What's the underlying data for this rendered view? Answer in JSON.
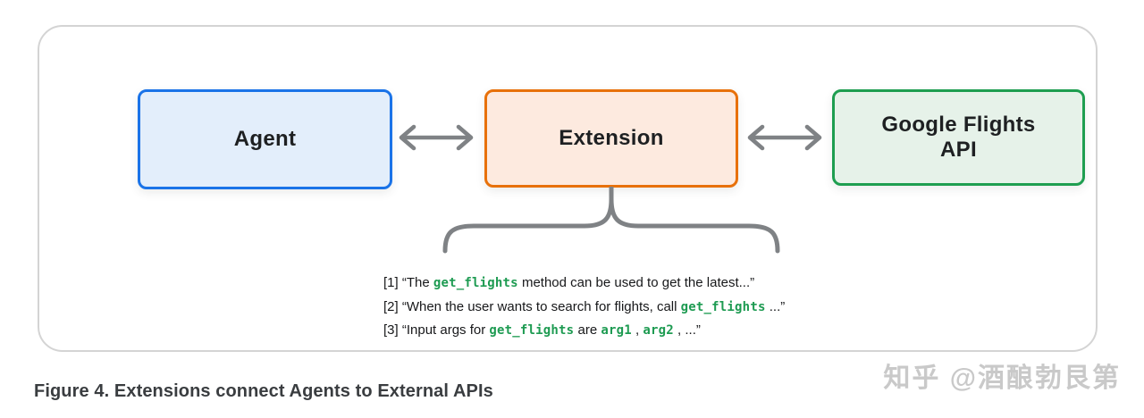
{
  "diagram": {
    "nodes": {
      "agent": {
        "label": "Agent",
        "fill": "#e3eefb",
        "border": "#1a73e8"
      },
      "extension": {
        "label": "Extension",
        "fill": "#fdeadf",
        "border": "#e8710a"
      },
      "api": {
        "lines": [
          "Google Flights",
          "API"
        ],
        "fill": "#e6f2e9",
        "border": "#1e9e50"
      }
    },
    "connectors": {
      "color": "#7f8285",
      "arrow_1": "double-arrow between Agent and Extension",
      "arrow_2": "double-arrow between Extension and Google Flights API"
    },
    "annotations": [
      {
        "segments": [
          {
            "t": "[1] “The "
          },
          {
            "t": "get_flights",
            "code": true
          },
          {
            "t": " method can be used to get the latest...”"
          }
        ]
      },
      {
        "segments": [
          {
            "t": "[2] “When the user wants to search for flights, call "
          },
          {
            "t": "get_flights",
            "code": true
          },
          {
            "t": " ...”"
          }
        ]
      },
      {
        "segments": [
          {
            "t": "[3] “Input args for "
          },
          {
            "t": "get_flights",
            "code": true
          },
          {
            "t": " are "
          },
          {
            "t": "arg1",
            "code": true
          },
          {
            "t": " , "
          },
          {
            "t": "arg2",
            "code": true
          },
          {
            "t": " , ...”"
          }
        ]
      }
    ],
    "code_color": "#1e9b52"
  },
  "caption": "Figure 4. Extensions connect Agents to External APIs",
  "watermark": "知乎 @酒酿勃艮第"
}
